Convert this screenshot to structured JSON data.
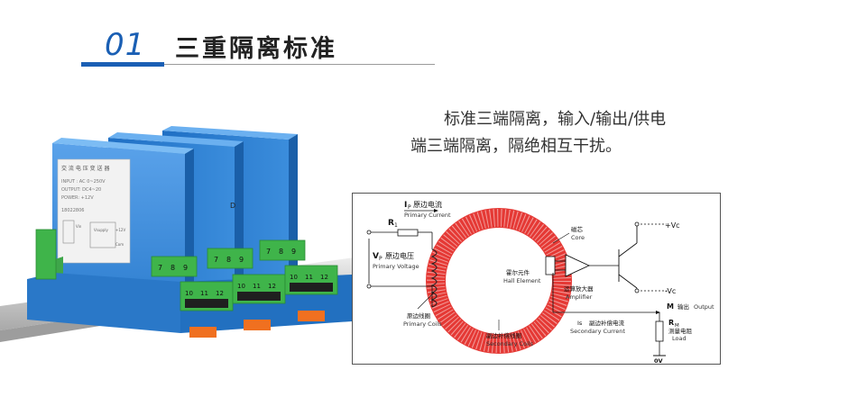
{
  "header": {
    "number": "01",
    "title": "三重隔离标准"
  },
  "description": {
    "line1": "标准三端隔离，输入/输出/供电",
    "line2": "端三端隔离，隔绝相互干扰。"
  },
  "product": {
    "label_lines": [
      "交 流 电 压 变 送 器",
      "INPUT : AC 0~250V",
      "OUTPUT: DC4~20",
      "POWER: +12V"
    ],
    "serial": "18022806",
    "pin_label_vsupply": "Vsupply",
    "pin_label_plus": "+12V",
    "pin_label_com": "Com",
    "pin_label_vin": "Vin",
    "terminal_top": [
      "7",
      "8",
      "9"
    ],
    "terminal_bottom": [
      "10",
      "11",
      "12"
    ]
  },
  "diagram": {
    "ip_label": "I",
    "ip_sub": "P",
    "ip_cn": "原边电流",
    "ip_en": "Primary Current",
    "r1_label": "R",
    "r1_sub": "1",
    "vp_label": "V",
    "vp_sub": "P",
    "vp_cn": "原边电压",
    "vp_en": "Primary Voltage",
    "core_cn": "磁芯",
    "core_en": "Core",
    "hall_cn": "霍尔元件",
    "hall_en": "Hall Element",
    "amp_cn": "运算放大器",
    "amp_en": "Amplifier",
    "vc_plus": "+Vc",
    "vc_minus": "-Vc",
    "m_label": "M",
    "m_cn": "输出",
    "m_en": "Output",
    "rm_label": "R",
    "rm_sub": "M",
    "rm_cn": "测量电阻",
    "rm_en": "Load",
    "is_label": "Is",
    "is_cn": "副边补偿电流",
    "is_en": "Secondary Current",
    "primary_coils_cn": "原边线圈",
    "primary_coils_en": "Primary Coils",
    "secondary_coils_cn": "副边补偿线圈",
    "secondary_coils_en": "Secondary Coils",
    "zero_v": "0V"
  },
  "colors": {
    "accent": "#1a5fb4",
    "core_ring": "#e53935",
    "module_blue": "#2f7fd0",
    "terminal_green": "#3fb44a",
    "clip_orange": "#f07020"
  }
}
